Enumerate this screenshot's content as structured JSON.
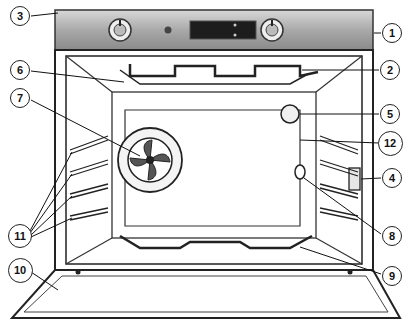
{
  "diagram": {
    "labels": [
      "3",
      "1",
      "6",
      "2",
      "7",
      "5",
      "12",
      "4",
      "11",
      "8",
      "10",
      "9"
    ]
  }
}
